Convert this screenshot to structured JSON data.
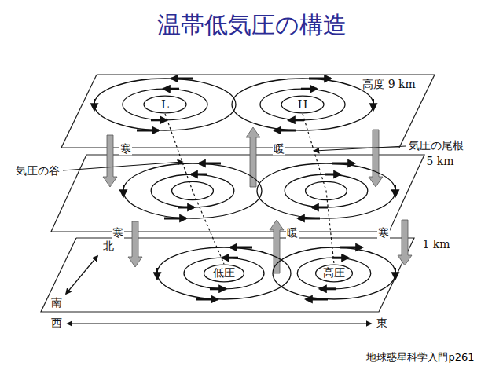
{
  "diagram": {
    "title": "温帯低気圧の構造",
    "caption": "地球惑星科学入門p261",
    "labels": [
      "高度 9 km",
      "L",
      "H",
      "寒",
      "暖",
      "気圧の尾根",
      "5 km",
      "気圧の谷",
      "寒",
      "暖",
      "寒",
      "1 km",
      "北",
      "低圧",
      "高圧",
      "南",
      "西",
      "東"
    ]
  }
}
